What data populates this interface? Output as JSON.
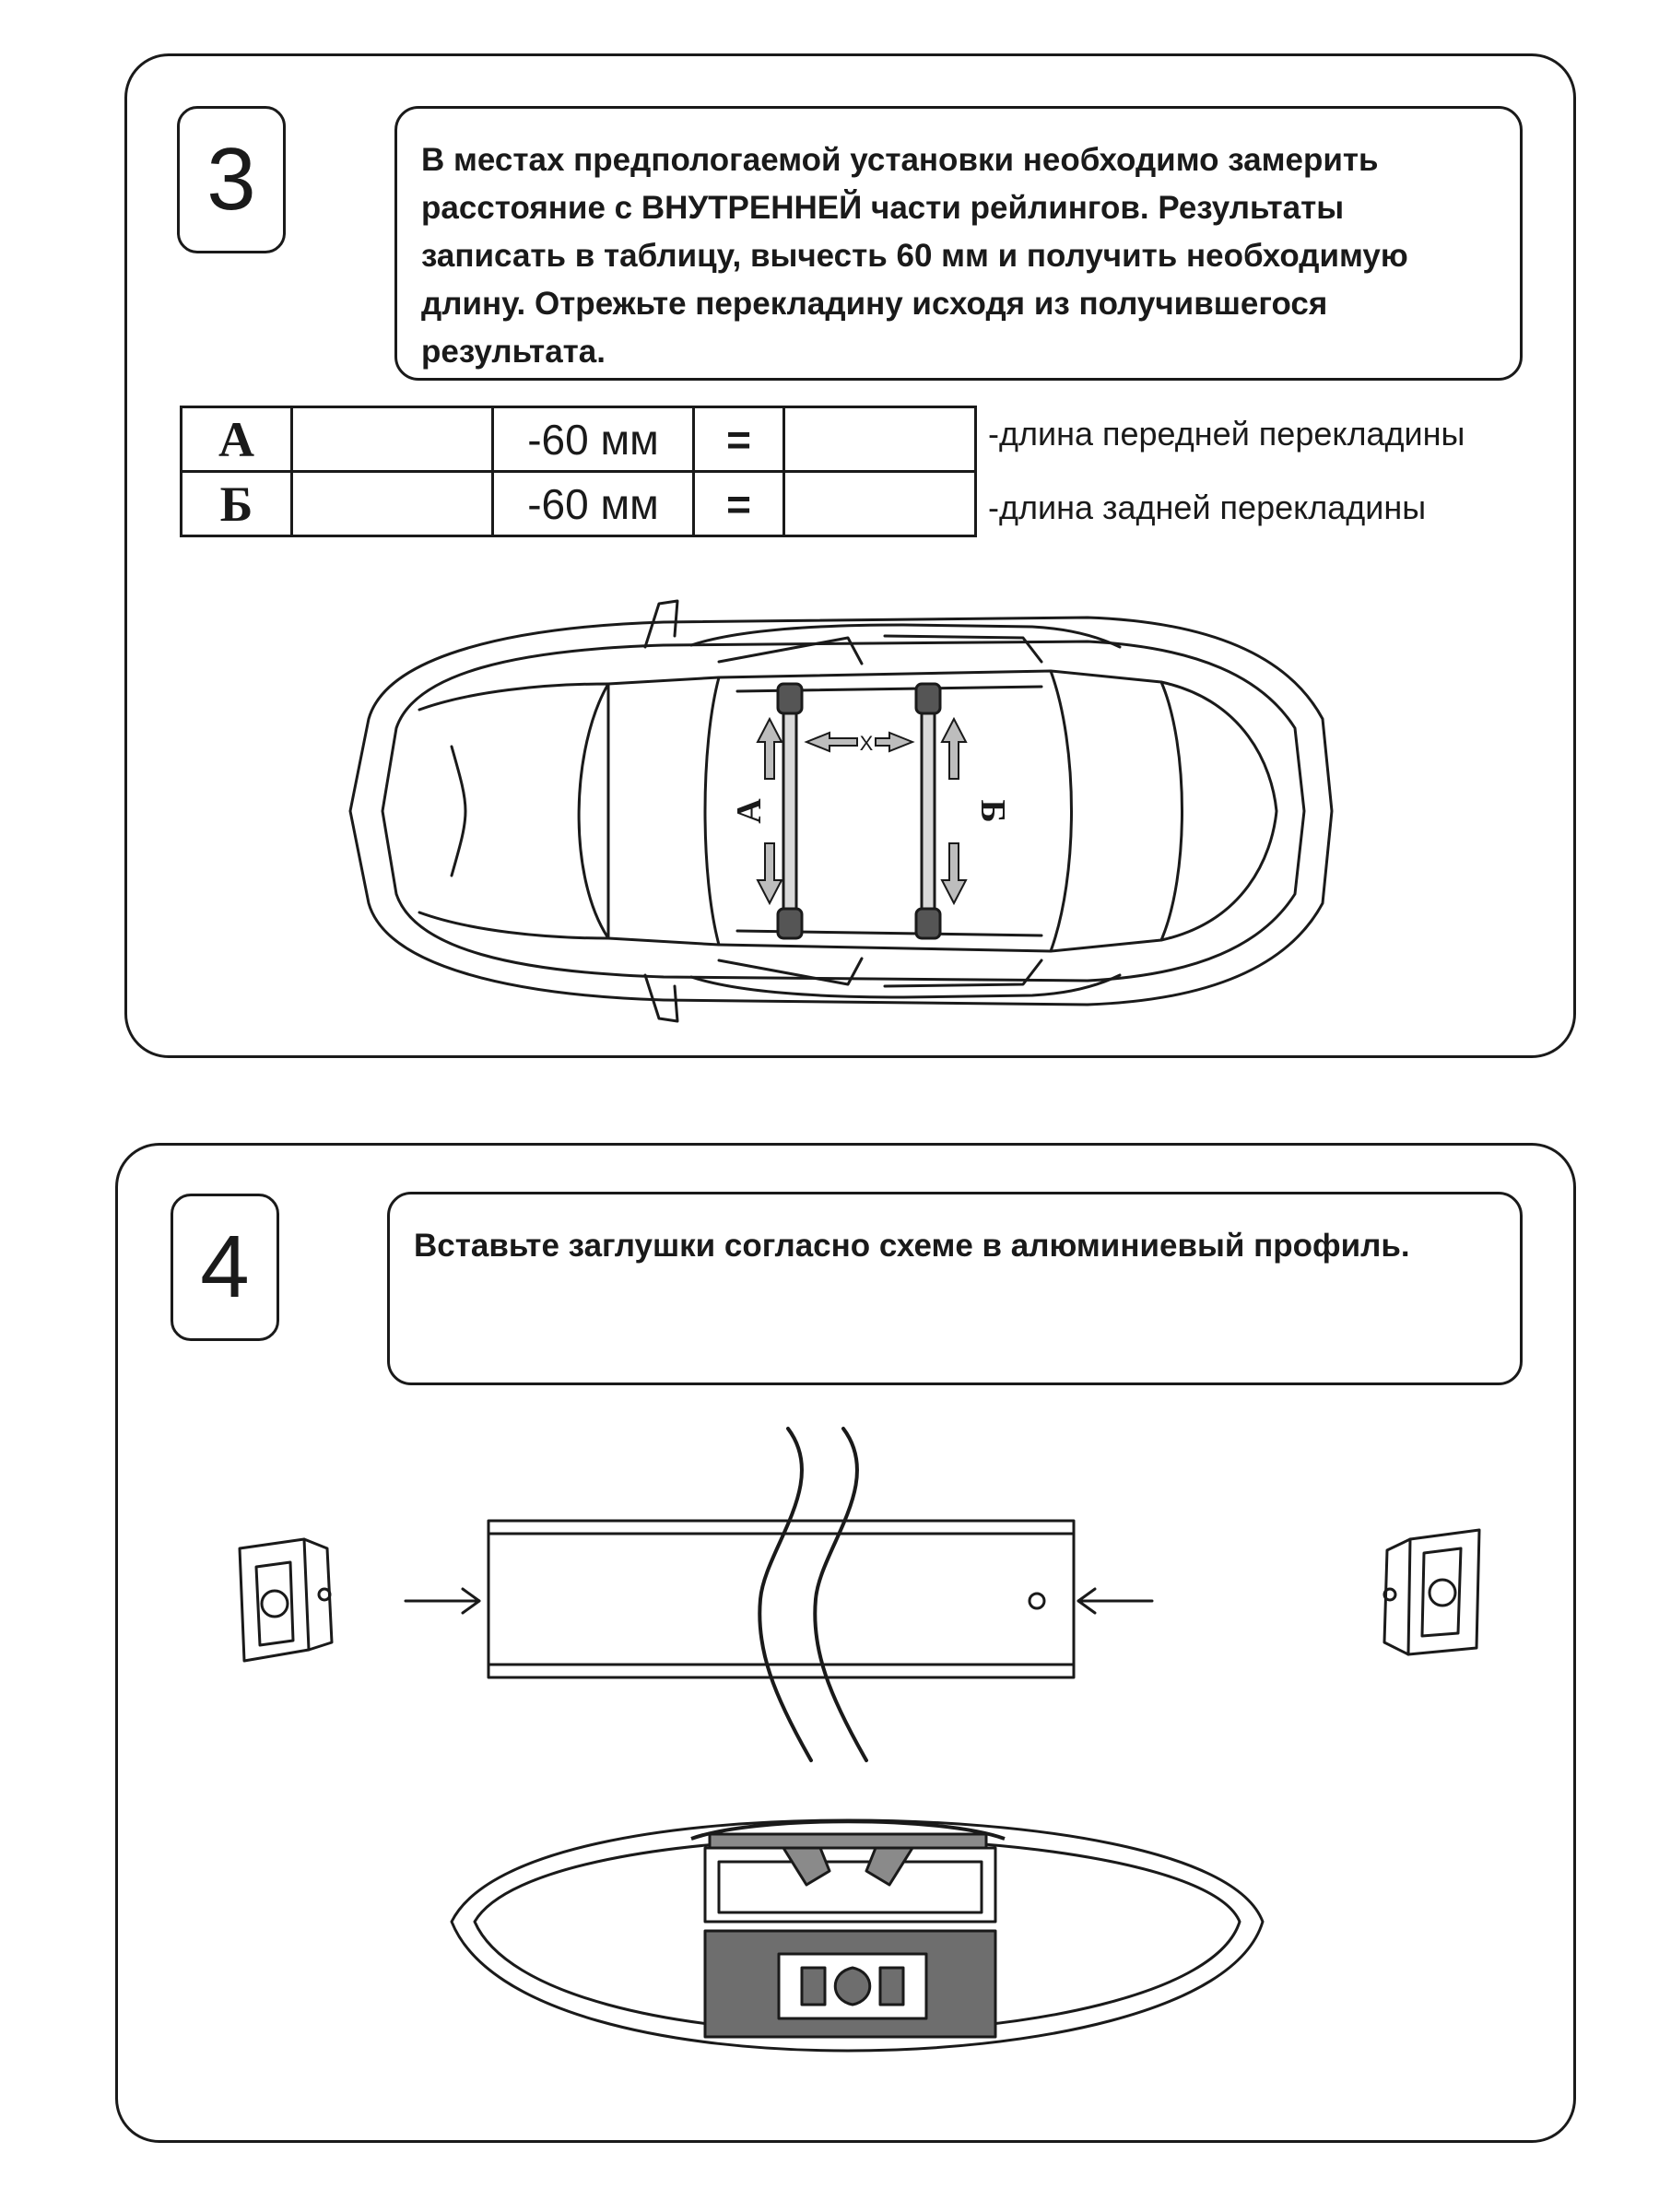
{
  "step3": {
    "number": "3",
    "instruction": "В местах предпологаемой установки необходимо замерить расстояние с ВНУТРЕННЕЙ части рейлингов. Результаты записать в таблицу, вычесть 60 мм и получить необходимую длину. Отрежьте перекладину исходя из получившегося результата.",
    "table": {
      "rows": [
        {
          "label": "А",
          "minus": "-60 мм",
          "equals": "=",
          "description": "-длина передней перекладины"
        },
        {
          "label": "Б",
          "minus": "-60 мм",
          "equals": "=",
          "description": "-длина задней перекладины"
        }
      ]
    },
    "diagram": {
      "label_a": "А",
      "label_b": "Б",
      "label_x": "X"
    }
  },
  "step4": {
    "number": "4",
    "instruction": "Вставьте   заглушки согласно схеме в алюминиевый профиль."
  }
}
